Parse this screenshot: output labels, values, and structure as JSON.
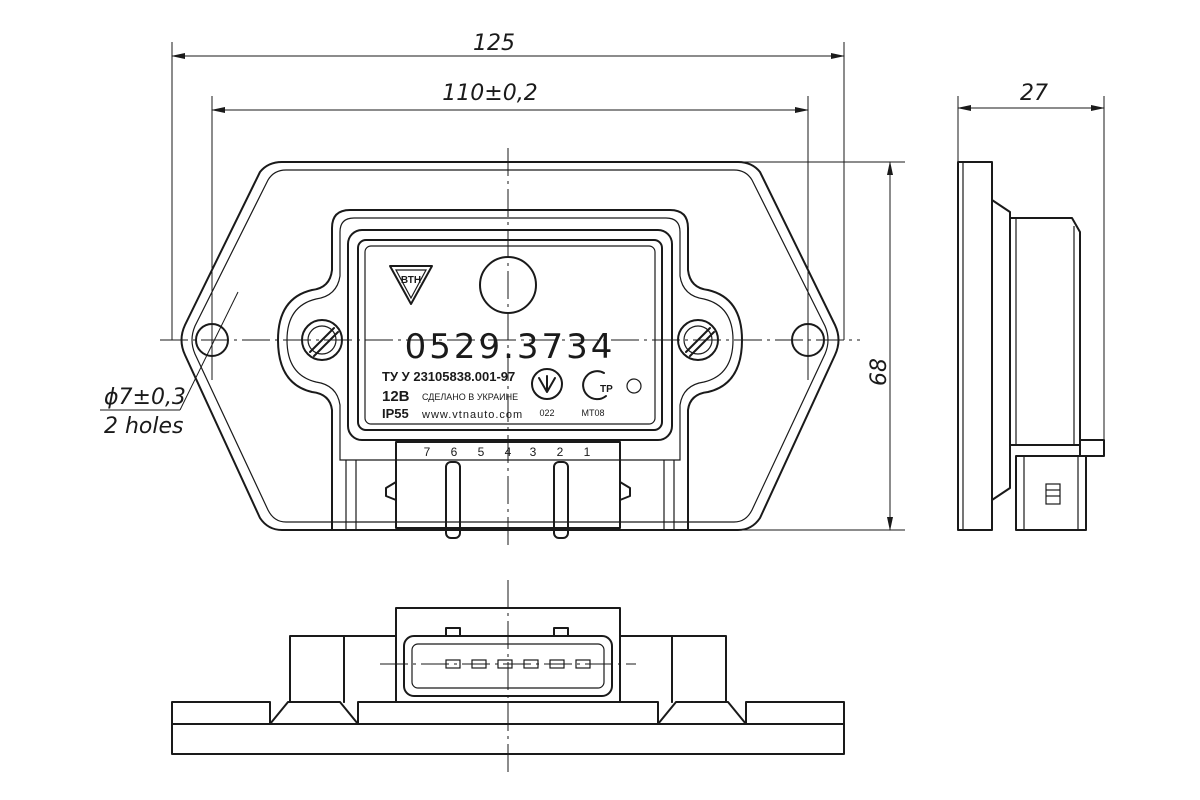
{
  "dimensions": {
    "overall_width": "125",
    "hole_spacing": "110±0,2",
    "height": "68",
    "depth": "27",
    "hole_diameter": "ϕ7±0,3",
    "hole_count": "2 holes"
  },
  "label": {
    "logo": "ВТН",
    "part_number": "0529.3734",
    "spec": "ТУ У 23105838.001-97",
    "voltage": "12В",
    "made_in": "СДЕЛАНО В УКРАИНЕ",
    "ip_rating": "IP55",
    "website": "www.vtnauto.com",
    "cert_code_1": "022",
    "cert_code_2": "МТ08",
    "cert_mark": "ТР"
  },
  "connector": {
    "pins": [
      "7",
      "6",
      "5",
      "4",
      "3",
      "2",
      "1"
    ]
  }
}
